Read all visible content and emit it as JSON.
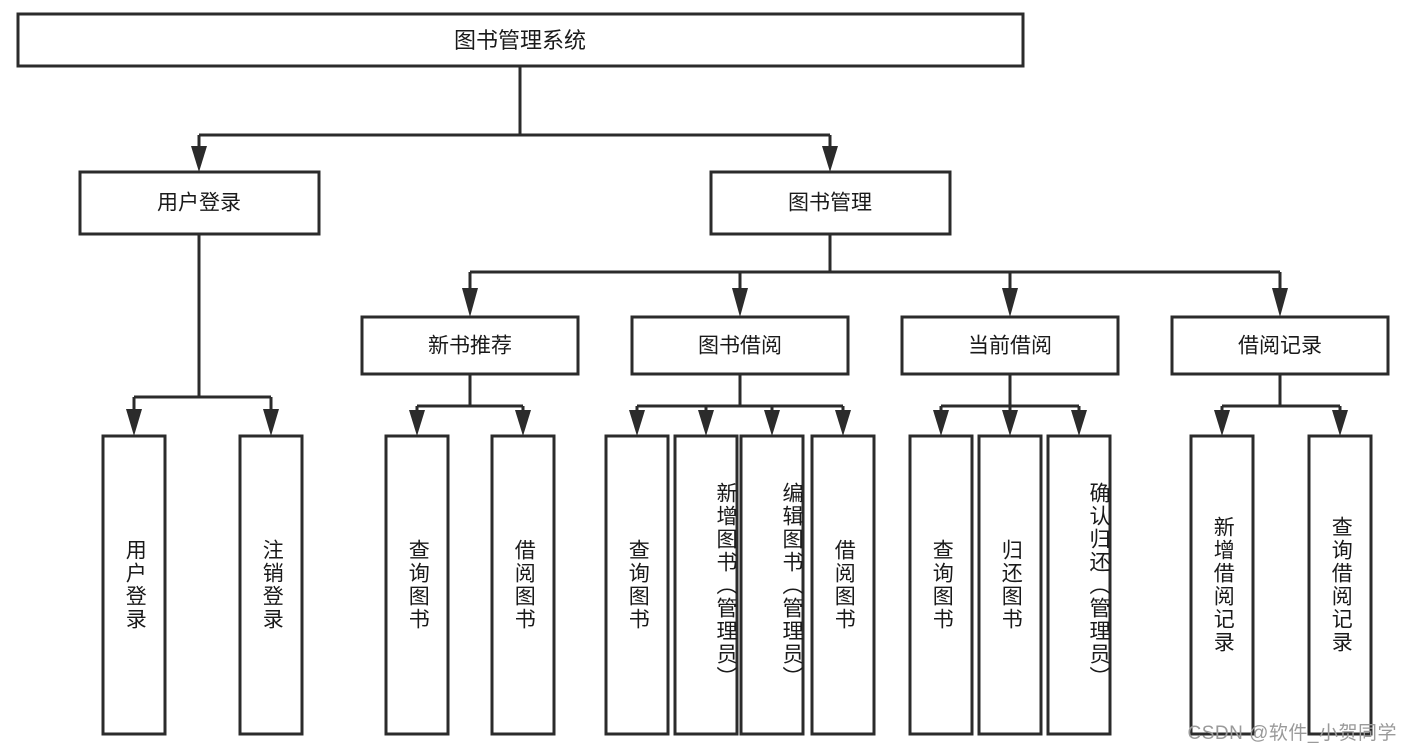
{
  "diagram": {
    "type": "tree-hierarchy-chart",
    "title_node": {
      "label": "图书管理系统"
    },
    "level2": [
      {
        "id": "user-login",
        "label": "用户登录"
      },
      {
        "id": "book-management",
        "label": "图书管理"
      }
    ],
    "level3": [
      {
        "id": "new-book-recommend",
        "label": "新书推荐"
      },
      {
        "id": "book-borrow",
        "label": "图书借阅"
      },
      {
        "id": "current-borrow",
        "label": "当前借阅"
      },
      {
        "id": "borrow-record",
        "label": "借阅记录"
      }
    ],
    "leaves": [
      {
        "id": "leaf-user-login",
        "label": "用户登录",
        "parent": "用户登录"
      },
      {
        "id": "leaf-user-logout",
        "label": "注销登录",
        "parent": "用户登录"
      },
      {
        "id": "leaf-query-book-1",
        "label": "查询图书",
        "parent": "新书推荐"
      },
      {
        "id": "leaf-borrow-book-1",
        "label": "借阅图书",
        "parent": "新书推荐"
      },
      {
        "id": "leaf-query-book-2",
        "label": "查询图书",
        "parent": "图书借阅"
      },
      {
        "id": "leaf-add-book",
        "label": "新增图书（管理员）",
        "parent": "图书借阅"
      },
      {
        "id": "leaf-edit-book",
        "label": "编辑图书（管理员）",
        "parent": "图书借阅"
      },
      {
        "id": "leaf-borrow-book-2",
        "label": "借阅图书",
        "parent": "图书借阅"
      },
      {
        "id": "leaf-query-book-3",
        "label": "查询图书",
        "parent": "当前借阅"
      },
      {
        "id": "leaf-return-book",
        "label": "归还图书",
        "parent": "当前借阅"
      },
      {
        "id": "leaf-confirm-return",
        "label": "确认归还（管理员）",
        "parent": "当前借阅"
      },
      {
        "id": "leaf-add-record",
        "label": "新增借阅记录",
        "parent": "借阅记录"
      },
      {
        "id": "leaf-query-record",
        "label": "查询借阅记录",
        "parent": "借阅记录"
      }
    ],
    "colors": {
      "box_stroke": "#2b2b2b",
      "box_fill": "#ffffff",
      "text": "#1a1a1a",
      "background": "#ffffff",
      "watermark": "#9a9a9a"
    }
  },
  "watermark": {
    "text": "CSDN @软件_小贺同学"
  }
}
